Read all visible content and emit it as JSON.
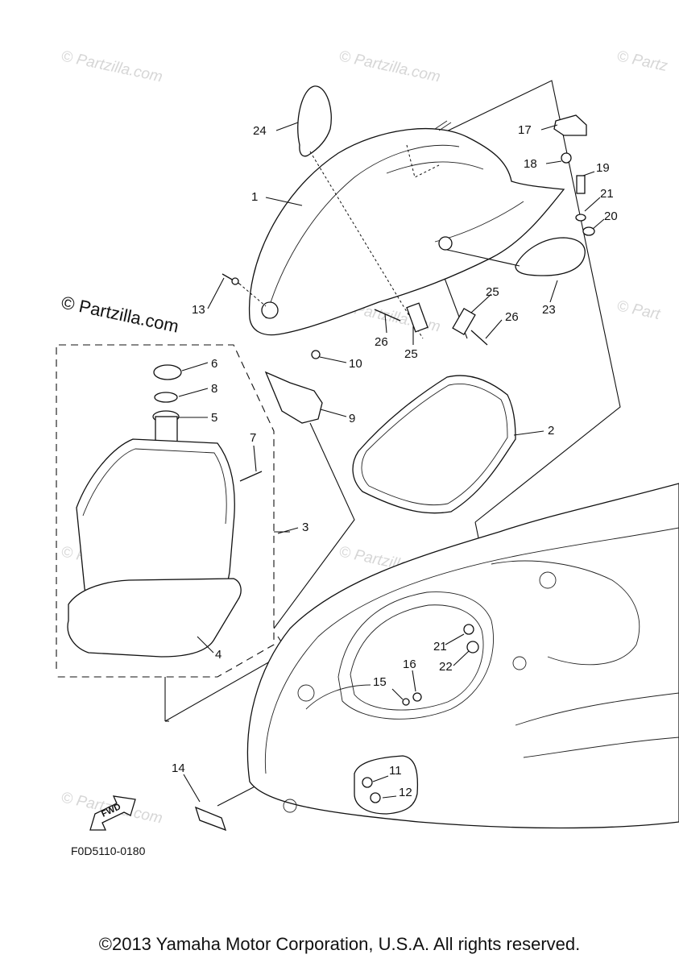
{
  "watermark": {
    "text": "© Partzilla.com",
    "short_text": "© Partzilla.com",
    "large_text": "© Partzilla.com",
    "partial_text": "© Partz",
    "partial_text_b": "© Part"
  },
  "part_labels": [
    "24",
    "1",
    "13",
    "17",
    "18",
    "19",
    "21",
    "20",
    "23",
    "25",
    "26",
    "25",
    "26",
    "10",
    "9",
    "6",
    "8",
    "5",
    "7",
    "2",
    "3",
    "4",
    "21",
    "22",
    "16",
    "15",
    "11",
    "12",
    "14"
  ],
  "fwd_label": "FWD",
  "figure_code": "F0D5110-0180",
  "copyright": "©2013 Yamaha Motor Corporation, U.S.A. All rights reserved."
}
